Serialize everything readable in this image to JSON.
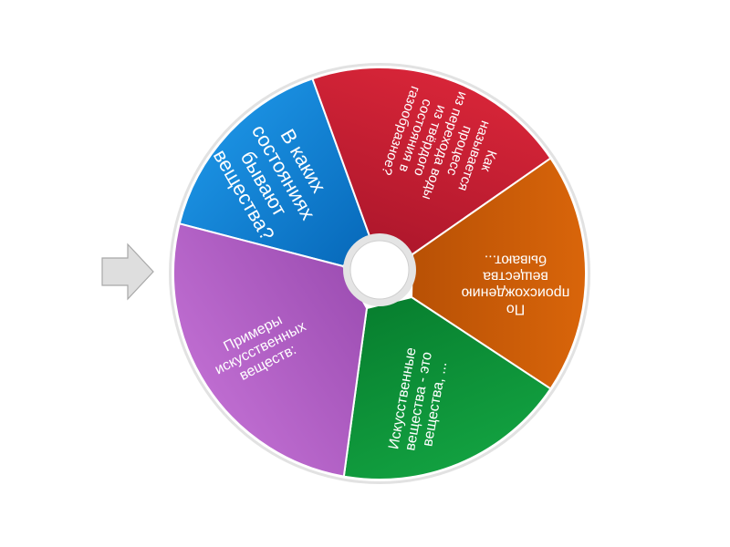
{
  "wheel": {
    "segments": [
      {
        "key": "states",
        "text": "В каких состояниях бывают вещества?",
        "lines": [
          "В каких",
          "состояниях",
          "бывают",
          "вещества?"
        ],
        "color_light": "#1a8fe0",
        "color_dark": "#0565b6"
      },
      {
        "key": "process",
        "text": "Как называется процесс из перехода воды из твёрдого состояния в газообразное?",
        "lines": [
          "Как",
          "называется",
          "процесс",
          "из перехода воды",
          "из твёрдого",
          "состояния в",
          "газообразное?"
        ],
        "color_light": "#d72538",
        "color_dark": "#a8152a"
      },
      {
        "key": "origin",
        "text": "По происхождению вещества бывают...",
        "lines": [
          "По",
          "происхождению",
          "вещества",
          "бывают..."
        ],
        "color_light": "#d9650a",
        "color_dark": "#b24d04"
      },
      {
        "key": "artificial",
        "text": "Искусственные вещества - это вещества, ...",
        "lines": [
          "Искусственные",
          "вещества - это",
          "вещества, ..."
        ],
        "color_light": "#12a040",
        "color_dark": "#067a2c"
      },
      {
        "key": "examples",
        "text": "Примеры искусственных веществ:",
        "lines": [
          "Примеры",
          "искусственных",
          "веществ:"
        ],
        "color_light": "#be6cd0",
        "color_dark": "#9a4bb0"
      }
    ]
  },
  "pointer": {
    "icon": "arrow-right-icon",
    "color": "#dedede",
    "stroke": "#a8a8a8"
  }
}
